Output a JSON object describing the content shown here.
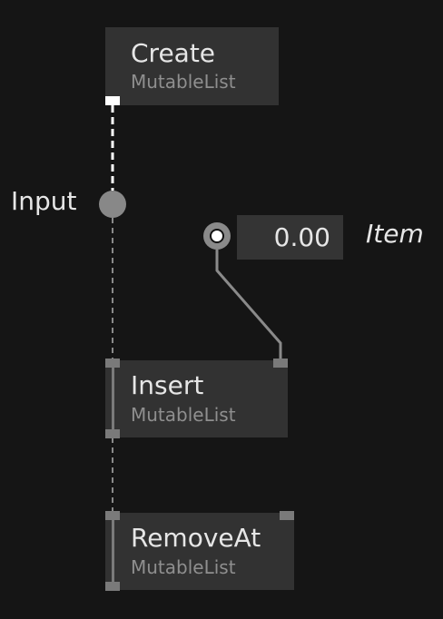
{
  "nodes": {
    "create": {
      "title": "Create",
      "subtitle": "MutableList"
    },
    "insert": {
      "title": "Insert",
      "subtitle": "MutableList"
    },
    "remove_at": {
      "title": "RemoveAt",
      "subtitle": "MutableList"
    }
  },
  "input_pad": {
    "label": "Input"
  },
  "item_pad": {
    "label": "Item",
    "value": "0.00"
  },
  "colors": {
    "background": "#151515",
    "node": "#323232",
    "link_active": "#ffffff",
    "link": "#8a8a8a"
  }
}
